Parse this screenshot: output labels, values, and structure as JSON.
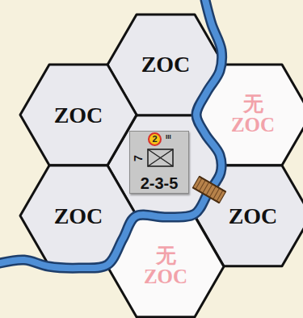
{
  "diagram": {
    "nodes": [
      {
        "text": [
          "ZOC"
        ]
      },
      {
        "text": [
          "ZOC"
        ]
      },
      {
        "text": [
          "无 ZOC"
        ]
      },
      {
        "text": [
          "III",
          "7",
          "2-3-5"
        ]
      },
      {
        "text": [
          "2"
        ],
        "in": 3
      },
      {
        "text": [
          "ZOC"
        ]
      },
      {
        "text": [
          "ZOC"
        ]
      },
      {
        "text": [
          "无 ZOC"
        ]
      }
    ]
  }
}
